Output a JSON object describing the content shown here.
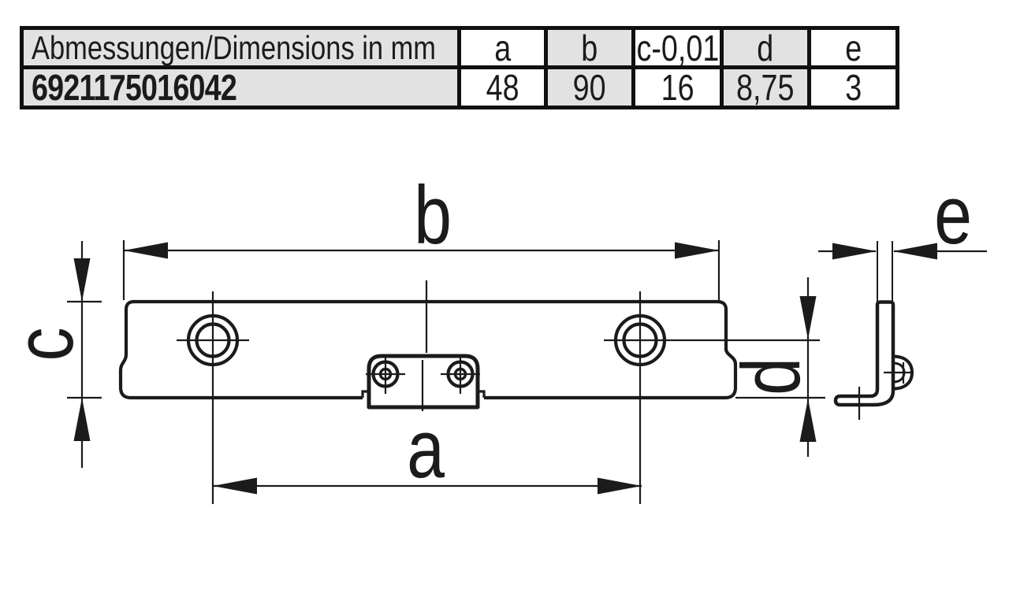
{
  "table": {
    "title": "Abmessungen/Dimensions in mm",
    "part_number": "6921175016042",
    "columns": [
      {
        "label": "a",
        "value": "48"
      },
      {
        "label": "b",
        "value": "90"
      },
      {
        "label": "c-0,01",
        "value": "16"
      },
      {
        "label": "d",
        "value": "8,75"
      },
      {
        "label": "e",
        "value": "3"
      }
    ]
  },
  "drawing": {
    "dim_labels": {
      "a": "a",
      "b": "b",
      "c": "c",
      "d": "d",
      "e": "e"
    }
  },
  "colors": {
    "line": "#1b1b1b",
    "table_shade": "#e2e2e2",
    "table_border": "#101010",
    "background": "#ffffff"
  }
}
